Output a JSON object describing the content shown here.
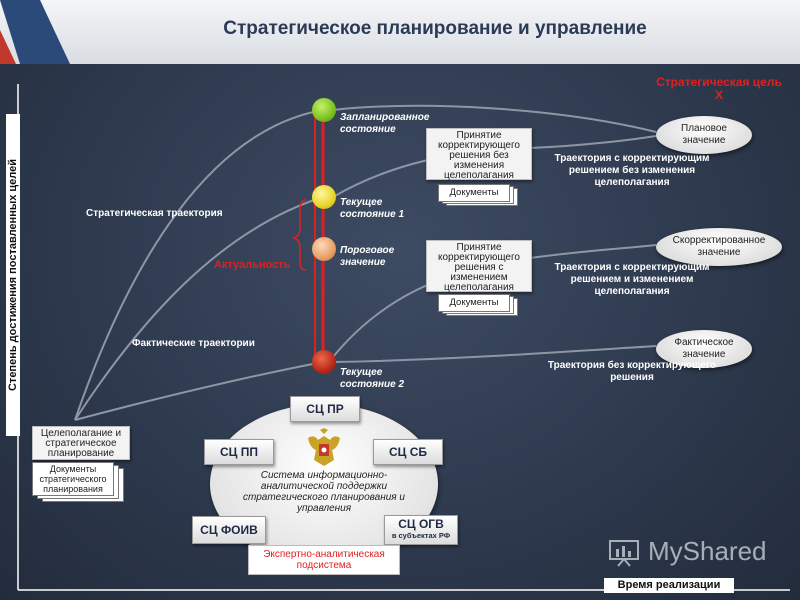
{
  "header": {
    "title": "Стратегическое планирование и управление"
  },
  "axes": {
    "y_label": "Степень достижения поставленных целей",
    "x_label": "Время реализации"
  },
  "goal_label": "Стратегическая цель X",
  "relevance_label": "Актуальность",
  "trajectories": {
    "strategic": "Стратегическая траектория",
    "actual": "Фактические траектории"
  },
  "states": {
    "planned": "Запланированное состояние",
    "current1": "Текущее состояние 1",
    "threshold": "Пороговое значение",
    "current2": "Текущее состояние 2"
  },
  "decisions": {
    "without_change": "Принятие корректирующего решения без изменения целеполагания",
    "with_change": "Принятие корректирующего решения с изменением целеполагания",
    "documents": "Документы"
  },
  "targets": {
    "plan": "Плановое значение",
    "corrected": "Скорректированное значение",
    "actual": "Фактическое значение"
  },
  "trajectory_notes": {
    "t1": "Траектория с корректирующим решением без изменения целеполагания",
    "t2": "Траектория с корректирующим решением и изменением целеполагания",
    "t3": "Траектория без корректирующего решения"
  },
  "left_block": {
    "title": "Целеполагание и стратегическое планирование",
    "docs": "Документы стратегического планирования"
  },
  "system": {
    "sc_pr": "СЦ ПР",
    "sc_pp": "СЦ ПП",
    "sc_sb": "СЦ СБ",
    "sc_foiv": "СЦ ФОИВ",
    "sc_ogv": "СЦ ОГВ",
    "sc_ogv_sub": "в субъектах РФ",
    "caption": "Система информационно-аналитической поддержки стратегического планирования и управления",
    "expert": "Экспертно-аналитическая подсистема"
  },
  "watermark": "MyShared",
  "colors": {
    "background": "#2e3a4e",
    "goal_red": "#e02020",
    "green": "#7bc21f",
    "yellow": "#e8d42a",
    "peach": "#e6a066",
    "dark_red": "#b8281a",
    "title_blue": "#2b3b57"
  }
}
